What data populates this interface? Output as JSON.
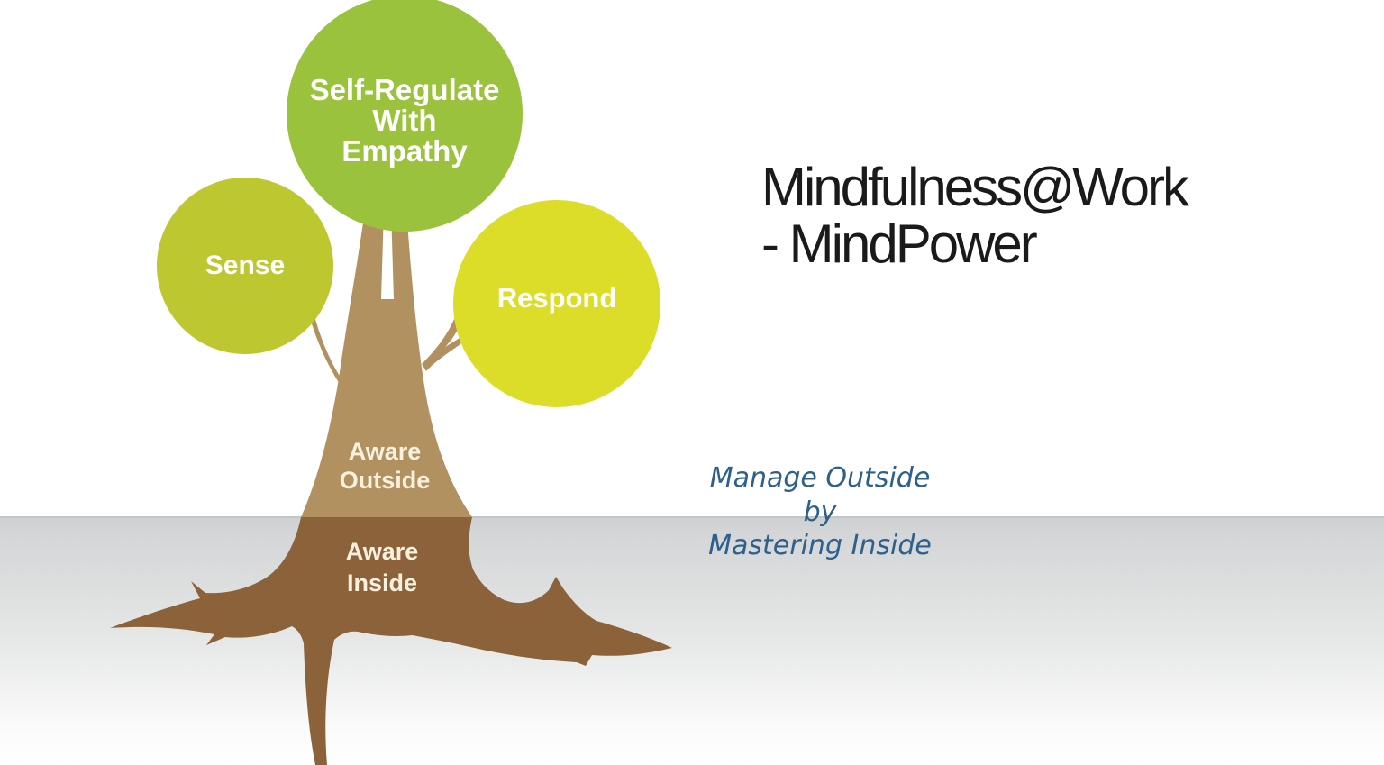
{
  "slide": {
    "title_line1": "Mindfulness@Work",
    "title_line2": "- MindPower",
    "tagline_line1": "Manage Outside",
    "tagline_line2": "by",
    "tagline_line3": "Mastering Inside"
  },
  "tree": {
    "leaf_top": {
      "line1": "Self-Regulate",
      "line2": "With",
      "line3": "Empathy",
      "color": "#9AC23C"
    },
    "leaf_left": {
      "label": "Sense",
      "color": "#BDC72F"
    },
    "leaf_right": {
      "label": "Respond",
      "color": "#DBDD28"
    },
    "trunk_above_line1": "Aware",
    "trunk_above_line2": "Outside",
    "trunk_below_line1": "Aware",
    "trunk_below_line2": "Inside",
    "colors": {
      "trunk_above_ground": "#B29160",
      "trunk_below_ground": "#8B6239"
    }
  },
  "colors": {
    "background": "#FFFFFF",
    "ground_gradient_top": "#CED0D1",
    "ground_gradient_bottom": "#FFFFFF",
    "ground_edge_line": "#C3C5C7",
    "title_text": "#1A1A1A",
    "tagline_text": "#2D608D",
    "leaf_text": "#FFFFFF",
    "trunk_label_text": "#F7F1DE"
  }
}
